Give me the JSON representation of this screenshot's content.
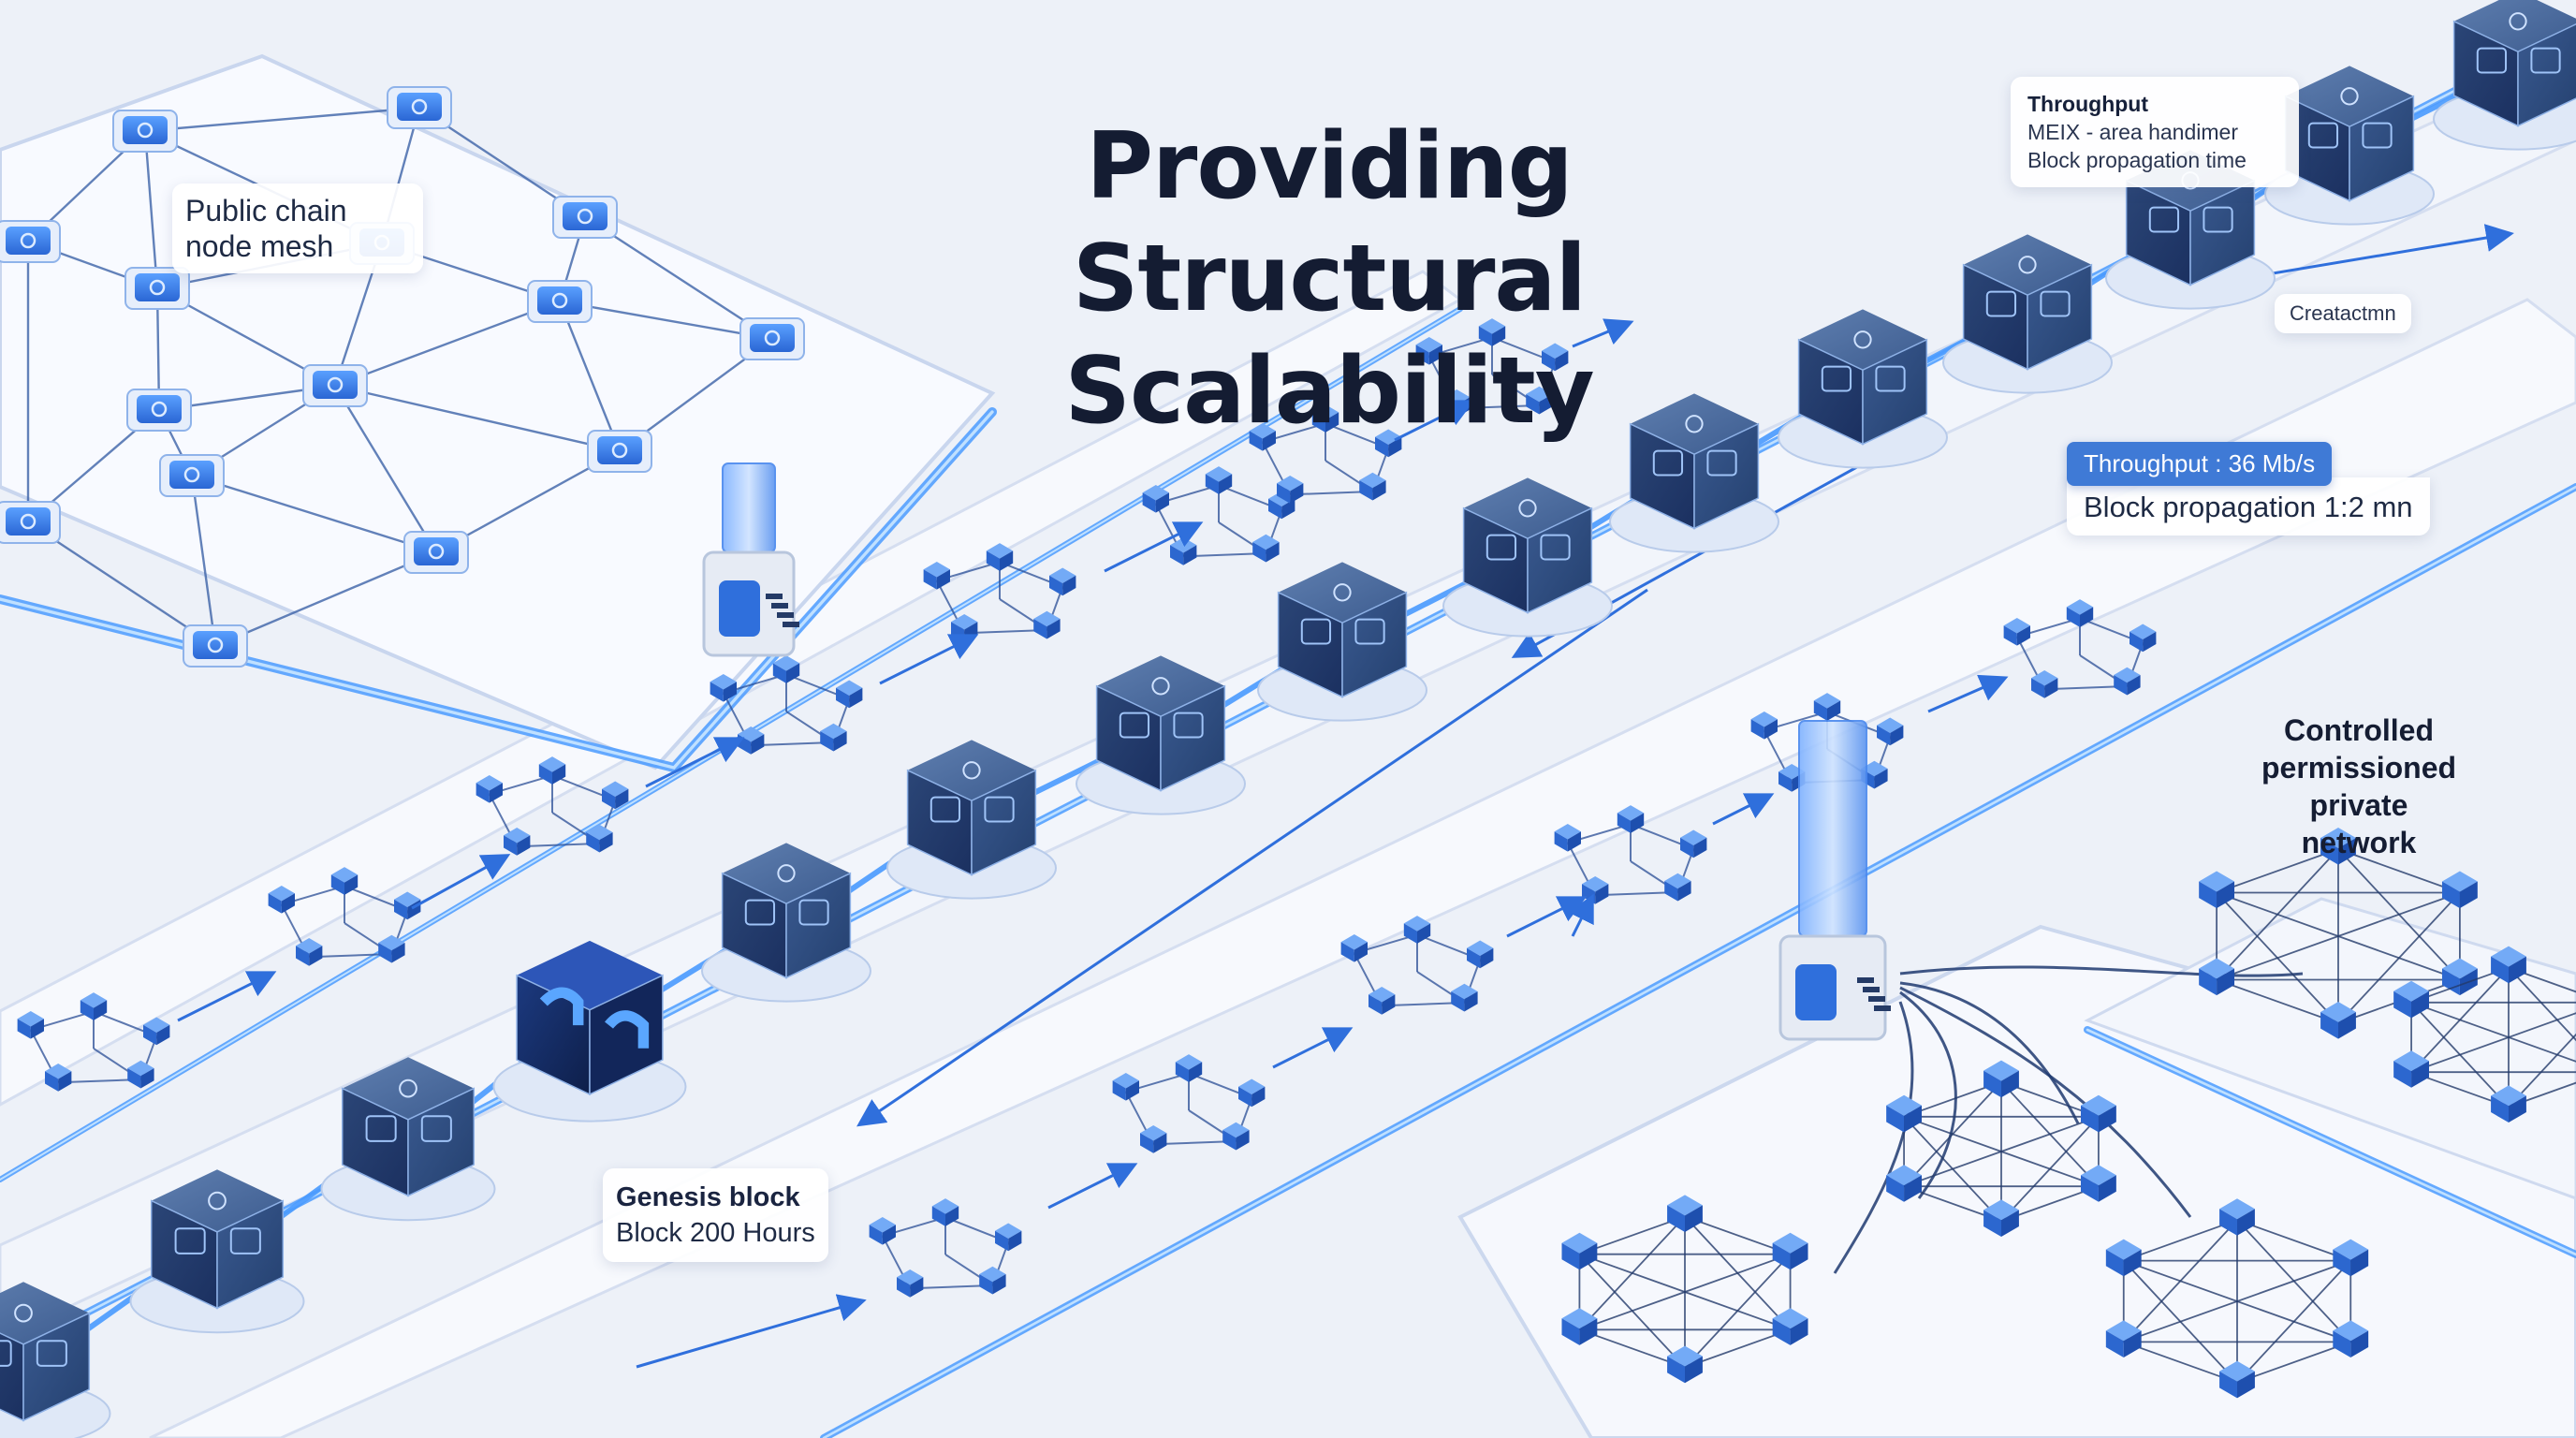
{
  "title": {
    "line1": "Providing Structural",
    "line2": "Scalability"
  },
  "labels": {
    "public_mesh": {
      "line1": "Public chain",
      "line2": "node mesh"
    },
    "throughput_callout": {
      "heading": "Throughput",
      "line1": "MEIX - area handimer",
      "line2": "Block propagation time"
    },
    "create_action": "Creatactmn",
    "throughput_pill": "Throughput : 36 Mb/s",
    "block_propagation": "Block propagation 1:2 mn",
    "genesis": {
      "line1": "Genesis block",
      "line2": "Block 200 Hours"
    },
    "private_network": {
      "line1": "Controlled",
      "line2": "permissioned private",
      "line3": "network"
    }
  },
  "icons": {
    "block": "cube-lock-icon",
    "genesis_block": "cube-sync-icon",
    "node": "node-cube-icon",
    "bridge": "gateway-tower-icon"
  },
  "colors": {
    "background": "#edf1f8",
    "accent": "#2f6fdc",
    "glow": "#4a9bff",
    "block_dark": "#243a66",
    "genesis_dark": "#14285a",
    "title": "#141c32"
  }
}
